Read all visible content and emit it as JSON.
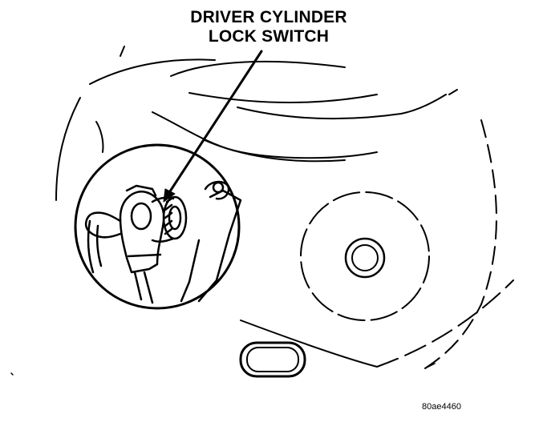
{
  "callout": {
    "line1": "DRIVER CYLINDER",
    "line2": "LOCK SWITCH"
  },
  "figure_id": "80ae4460",
  "colors": {
    "ink": "#000000",
    "paper": "#ffffff"
  }
}
